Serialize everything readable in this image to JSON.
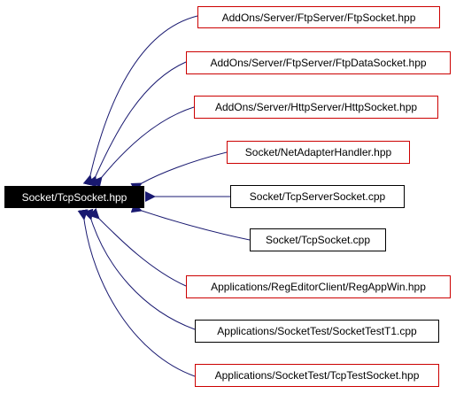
{
  "graph": {
    "root": {
      "label": "Socket/TcpSocket.hpp",
      "fill": "#000000",
      "text_color": "#ffffff"
    },
    "edge_color": "#191970",
    "arrow_color": "#191970",
    "nodes": [
      {
        "label": "AddOns/Server/FtpServer/FtpSocket.hpp",
        "border": "#cc0000"
      },
      {
        "label": "AddOns/Server/FtpServer/FtpDataSocket.hpp",
        "border": "#cc0000"
      },
      {
        "label": "AddOns/Server/HttpServer/HttpSocket.hpp",
        "border": "#cc0000"
      },
      {
        "label": "Socket/NetAdapterHandler.hpp",
        "border": "#cc0000"
      },
      {
        "label": "Socket/TcpServerSocket.cpp",
        "border": "#000000"
      },
      {
        "label": "Socket/TcpSocket.cpp",
        "border": "#000000"
      },
      {
        "label": "Applications/RegEditorClient/RegAppWin.hpp",
        "border": "#cc0000"
      },
      {
        "label": "Applications/SocketTest/SocketTestT1.cpp",
        "border": "#000000"
      },
      {
        "label": "Applications/SocketTest/TcpTestSocket.hpp",
        "border": "#cc0000"
      }
    ]
  }
}
